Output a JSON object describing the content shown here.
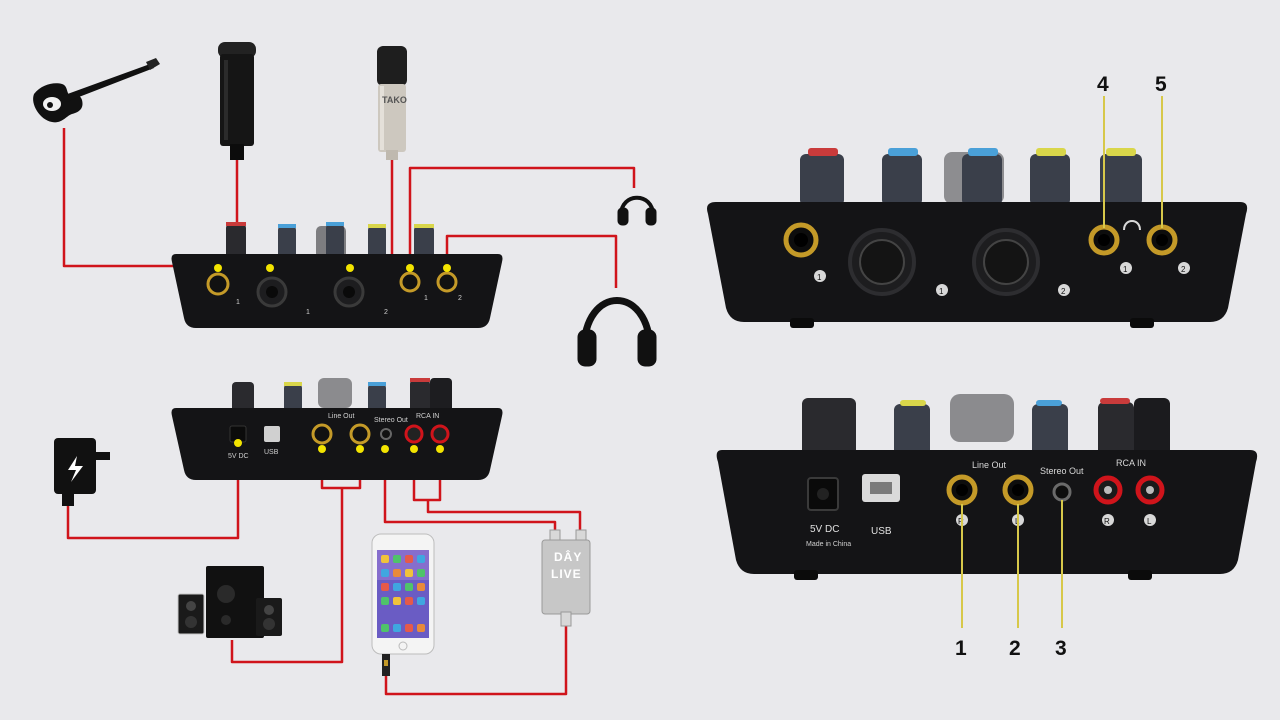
{
  "colors": {
    "background": "#e9e9ec",
    "cable": "#d0141b",
    "connector_dot": "#f3e400",
    "callout_line": "#d7c84a",
    "device_body": "#141416",
    "jack_gold": "#c49a28"
  },
  "icons": [
    "guitar-icon",
    "dynamic-microphone-icon",
    "condenser-microphone-icon",
    "small-headphones-icon",
    "large-headphones-icon",
    "power-adapter-icon",
    "speaker-system-icon",
    "smartphone-icon",
    "live-cable-box-icon"
  ],
  "labels": {
    "mic_brand": "TAKO",
    "line_out": "Line Out",
    "stereo_out": "Stereo Out",
    "rca_in": "RCA IN",
    "dc": "5V DC",
    "usb": "USB",
    "made_in": "Made in China",
    "live_box_line1": "DÂY",
    "live_box_line2": "LIVE",
    "right": "R",
    "left": "L",
    "jack_1": "1",
    "jack_2": "2"
  },
  "callouts": {
    "c1": "1",
    "c2": "2",
    "c3": "3",
    "c4": "4",
    "c5": "5"
  }
}
